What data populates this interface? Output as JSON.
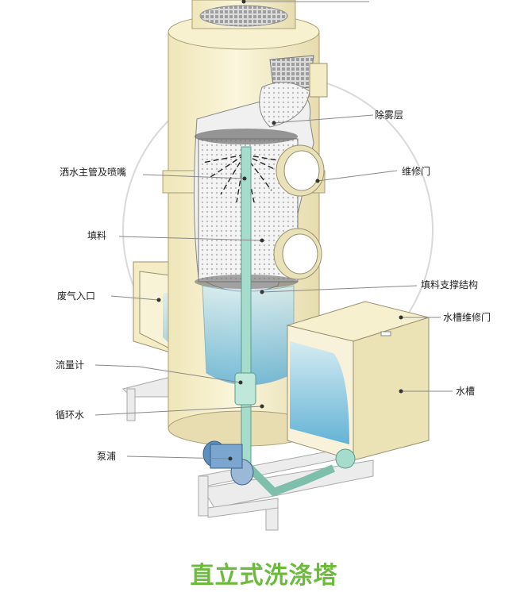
{
  "labels": {
    "mist_eliminator": "除雾层",
    "spray_header": "洒水主管及喷嘴",
    "access_door": "维修门",
    "packing": "填料",
    "packing_support": "填料支撑结构",
    "gas_inlet": "废气入口",
    "tank_access_door": "水槽维修门",
    "flowmeter": "流量计",
    "water_tank": "水槽",
    "circulating_water": "循环水",
    "pump": "泵浦"
  },
  "title": "直立式洗涤塔",
  "colors": {
    "tower_body": "#f5efc8",
    "tower_shadow": "#e2d8a8",
    "water": "#7ec6e6",
    "pipe": "#8fd0c0",
    "frame": "#d8d8d8",
    "title": "#6dbb3c"
  }
}
